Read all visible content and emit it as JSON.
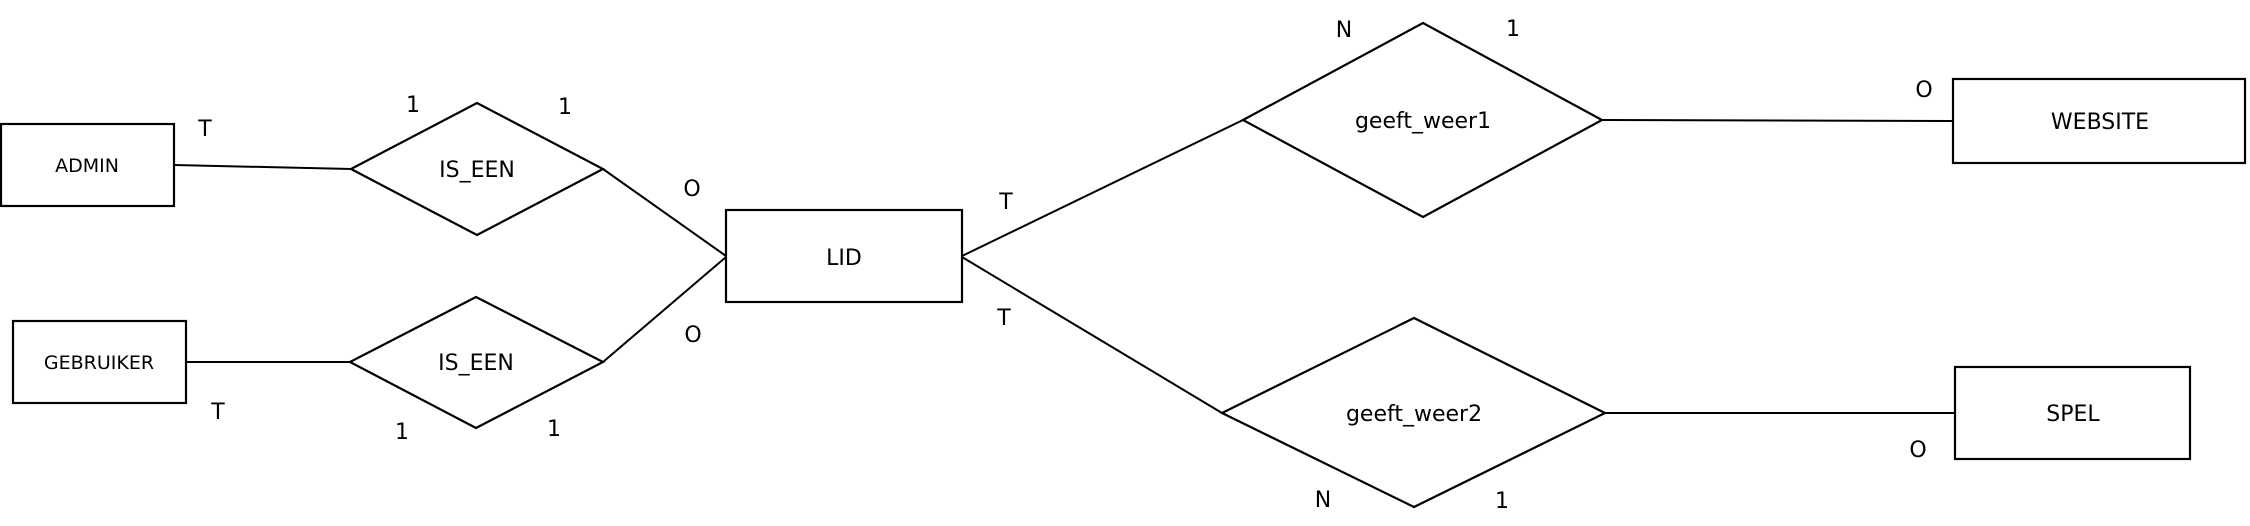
{
  "diagram": {
    "entities": {
      "admin": "ADMIN",
      "gebruiker": "GEBRUIKER",
      "lid": "LID",
      "website": "WEBSITE",
      "spel": "SPEL"
    },
    "relationships": {
      "is_een_top": "IS_EEN",
      "is_een_bottom": "IS_EEN",
      "geeft_weer1": "geeft_weer1",
      "geeft_weer2": "geeft_weer2"
    },
    "cardinalities": {
      "admin_T": "T",
      "is_een_top_left": "1",
      "is_een_top_right": "1",
      "lid_top_O": "O",
      "gebruiker_T": "T",
      "is_een_bottom_left": "1",
      "is_een_bottom_right": "1",
      "lid_bottom_O": "O",
      "lid_T_top": "T",
      "lid_T_bottom": "T",
      "geeft_weer1_N": "N",
      "geeft_weer1_1": "1",
      "website_O": "O",
      "geeft_weer2_N": "N",
      "geeft_weer2_1": "1",
      "spel_O": "O"
    }
  }
}
